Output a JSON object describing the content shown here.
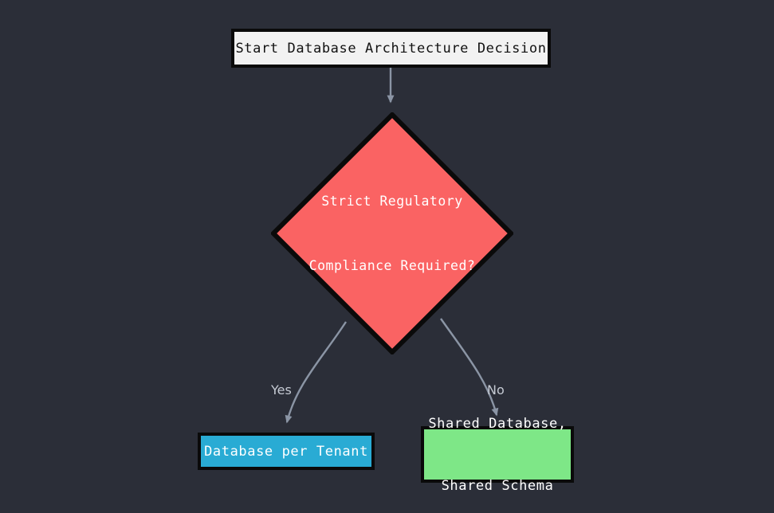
{
  "diagram": {
    "title": "Database Architecture Decision Flowchart",
    "background_color": "#2b2e38",
    "edge_color": "#8b95a5",
    "border_color": "#0a0a0a"
  },
  "nodes": {
    "start": {
      "label": "Start Database Architecture Decision",
      "shape": "rectangle",
      "fill": "#f2f2f2",
      "text_color": "#111111"
    },
    "decision": {
      "label_line1": "Strict Regulatory",
      "label_line2": "Compliance Required?",
      "shape": "diamond",
      "fill": "#fa6363",
      "text_color": "#ffffff"
    },
    "tenant": {
      "label": "Database per Tenant",
      "shape": "rectangle",
      "fill": "#29abd4",
      "text_color": "#ffffff"
    },
    "shared": {
      "label_line1": "Shared Database,",
      "label_line2": "Shared Schema",
      "shape": "rectangle",
      "fill": "#7ee787",
      "text_color": "#ffffff"
    }
  },
  "edges": {
    "start_to_decision": {
      "label": ""
    },
    "decision_to_tenant": {
      "label": "Yes"
    },
    "decision_to_shared": {
      "label": "No"
    }
  },
  "chart_data": {
    "type": "flowchart",
    "title": "Database Architecture Decision",
    "nodes": [
      {
        "id": "start",
        "text": "Start Database Architecture Decision",
        "shape": "rectangle",
        "fill": "#f2f2f2"
      },
      {
        "id": "decision",
        "text": "Strict Regulatory Compliance Required?",
        "shape": "diamond",
        "fill": "#fa6363"
      },
      {
        "id": "tenant",
        "text": "Database per Tenant",
        "shape": "rectangle",
        "fill": "#29abd4"
      },
      {
        "id": "shared",
        "text": "Shared Database, Shared Schema",
        "shape": "rectangle",
        "fill": "#7ee787"
      }
    ],
    "links": [
      {
        "from": "start",
        "to": "decision",
        "label": ""
      },
      {
        "from": "decision",
        "to": "tenant",
        "label": "Yes"
      },
      {
        "from": "decision",
        "to": "shared",
        "label": "No"
      }
    ]
  }
}
